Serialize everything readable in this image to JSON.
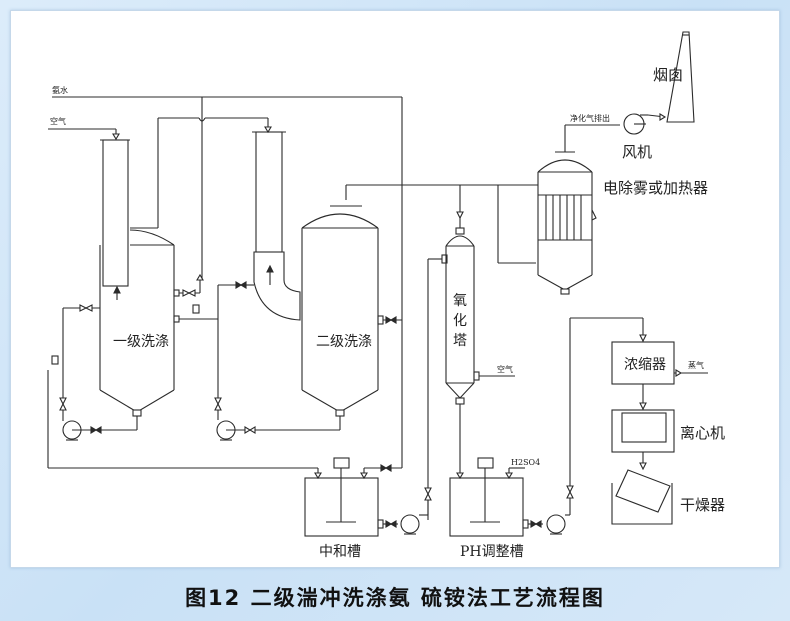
{
  "caption": "图12  二级湍冲洗涤氨  硫铵法工艺流程图",
  "labels": {
    "ammonia_water": "氨水",
    "air_in": "空气",
    "chimney": "烟囱",
    "purified_gas_out": "净化气排出",
    "fan": "风机",
    "demister_heater": "电除雾或加热器",
    "first_stage_wash": "一级洗涤",
    "second_stage_wash": "二级洗涤",
    "oxidation_tower": [
      "氧",
      "化",
      "塔"
    ],
    "oxidation_air": "空气",
    "concentrator": "浓缩器",
    "steam": "蒸气",
    "centrifuge": "离心机",
    "dryer": "干燥器",
    "neutralization_tank": "中和槽",
    "ph_adjust_tank": "PH调整槽",
    "sulfuric_acid": "H2SO4"
  },
  "colors": {
    "line": "#2b2b2b",
    "background": "#d6e8f8",
    "panel": "#ffffff"
  }
}
